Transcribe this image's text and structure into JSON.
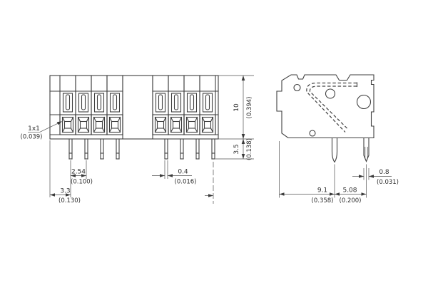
{
  "drawing": {
    "background": "#ffffff",
    "line_color": "#3f3f3f",
    "front_view": {
      "dim_pin_square": {
        "mm": "1x1",
        "inch": "(0.039)"
      },
      "dim_pin_pitch": {
        "mm": "2.54",
        "inch": "(0.100)"
      },
      "dim_edge_to_pin": {
        "mm": "3.3",
        "inch": "(0.130)"
      },
      "dim_pin_width": {
        "mm": "0.4",
        "inch": "(0.016)"
      },
      "dim_body_height": {
        "mm": "10",
        "inch": "(0.394)"
      },
      "dim_pin_length": {
        "mm": "3.5",
        "inch": "(0.138)"
      }
    },
    "side_view": {
      "dim_pin_thickness": {
        "mm": "0.8",
        "inch": "(0.031)"
      },
      "dim_depth_to_pin": {
        "mm": "9.1",
        "inch": "(0.358)"
      },
      "dim_row_spacing": {
        "mm": "5.08",
        "inch": "(0.200)"
      }
    }
  }
}
